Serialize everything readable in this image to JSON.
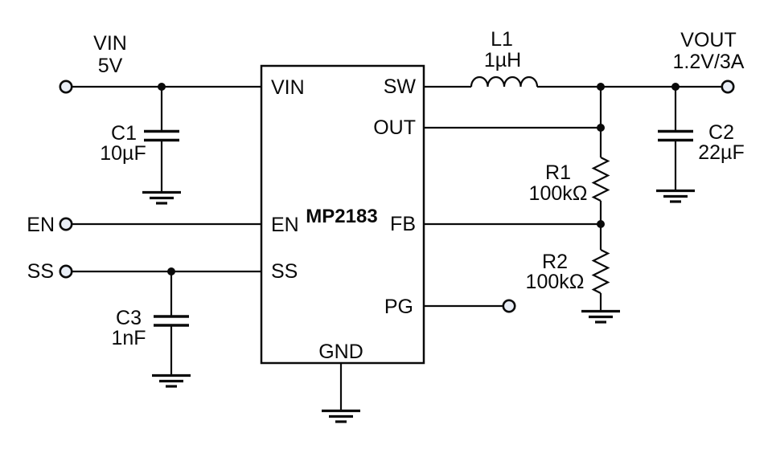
{
  "colors": {
    "line": "#0a0a0a",
    "background": "#ffffff",
    "terminal_fill": "#e9eef6"
  },
  "ic": {
    "part_number": "MP2183",
    "pins": {
      "vin": "VIN",
      "en": "EN",
      "ss": "SS",
      "sw": "SW",
      "out": "OUT",
      "fb": "FB",
      "pg": "PG",
      "gnd": "GND"
    }
  },
  "ports": {
    "vin": {
      "label": "VIN",
      "value": "5V"
    },
    "vout": {
      "label": "VOUT",
      "value": "1.2V/3A"
    },
    "en": {
      "label": "EN"
    },
    "ss": {
      "label": "SS"
    }
  },
  "components": {
    "c1": {
      "ref": "C1",
      "value": "10µF"
    },
    "c2": {
      "ref": "C2",
      "value": "22µF"
    },
    "c3": {
      "ref": "C3",
      "value": "1nF"
    },
    "l1": {
      "ref": "L1",
      "value": "1µH"
    },
    "r1": {
      "ref": "R1",
      "value": "100kΩ"
    },
    "r2": {
      "ref": "R2",
      "value": "100kΩ"
    }
  }
}
